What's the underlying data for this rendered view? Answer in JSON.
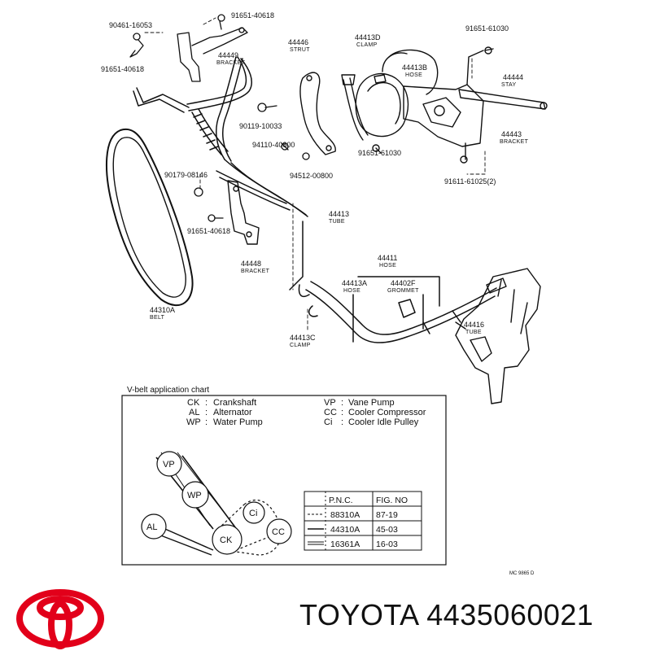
{
  "callouts": [
    {
      "id": "90461-16053",
      "name": ""
    },
    {
      "id": "91651-40618",
      "name": ""
    },
    {
      "id": "44449",
      "name": "BRACKET"
    },
    {
      "id": "91651-40618",
      "name": ""
    },
    {
      "id": "44446",
      "name": "STRUT"
    },
    {
      "id": "44413D",
      "name": "CLAMP"
    },
    {
      "id": "44413B",
      "name": "HOSE"
    },
    {
      "id": "91651-61030",
      "name": ""
    },
    {
      "id": "44444",
      "name": "STAY"
    },
    {
      "id": "90119-10033",
      "name": ""
    },
    {
      "id": "94110-40800",
      "name": ""
    },
    {
      "id": "94512-00800",
      "name": ""
    },
    {
      "id": "91651-61030",
      "name": ""
    },
    {
      "id": "44443",
      "name": "BRACKET"
    },
    {
      "id": "91611-61025(2)",
      "name": ""
    },
    {
      "id": "90179-08146",
      "name": ""
    },
    {
      "id": "44413",
      "name": "TUBE"
    },
    {
      "id": "91651-40618",
      "name": ""
    },
    {
      "id": "44448",
      "name": "BRACKET"
    },
    {
      "id": "44411",
      "name": "HOSE"
    },
    {
      "id": "44413A",
      "name": "HOSE"
    },
    {
      "id": "44402F",
      "name": "GROMMET"
    },
    {
      "id": "44310A",
      "name": "BELT"
    },
    {
      "id": "44416",
      "name": "TUBE"
    },
    {
      "id": "44413C",
      "name": "CLAMP"
    }
  ],
  "chart": {
    "title": "V-belt application chart",
    "legend_left": [
      {
        "code": "CK",
        "sep": ":",
        "desc": "Crankshaft"
      },
      {
        "code": "AL",
        "sep": ":",
        "desc": "Alternator"
      },
      {
        "code": "WP",
        "sep": ":",
        "desc": "Water Pump"
      }
    ],
    "legend_right": [
      {
        "code": "VP",
        "sep": ":",
        "desc": "Vane Pump"
      },
      {
        "code": "CC",
        "sep": ":",
        "desc": "Cooler Compressor"
      },
      {
        "code": "Ci",
        "sep": ":",
        "desc": "Cooler Idle Pulley"
      }
    ],
    "pulleys": [
      "VP",
      "WP",
      "AL",
      "CK",
      "Ci",
      "CC"
    ],
    "table": {
      "headers": [
        "P.N.C.",
        "FIG. NO"
      ],
      "rows": [
        {
          "line": "dashed",
          "pnc": "88310A",
          "fig": "87-19"
        },
        {
          "line": "solid",
          "pnc": "44310A",
          "fig": "45-03"
        },
        {
          "line": "double",
          "pnc": "16361A",
          "fig": "16-03"
        }
      ]
    },
    "catalog_code": "MC 9865 D"
  },
  "brand": {
    "name": "TOYOTA",
    "part_number": "4435060021",
    "logo_color": "#e2001a"
  }
}
